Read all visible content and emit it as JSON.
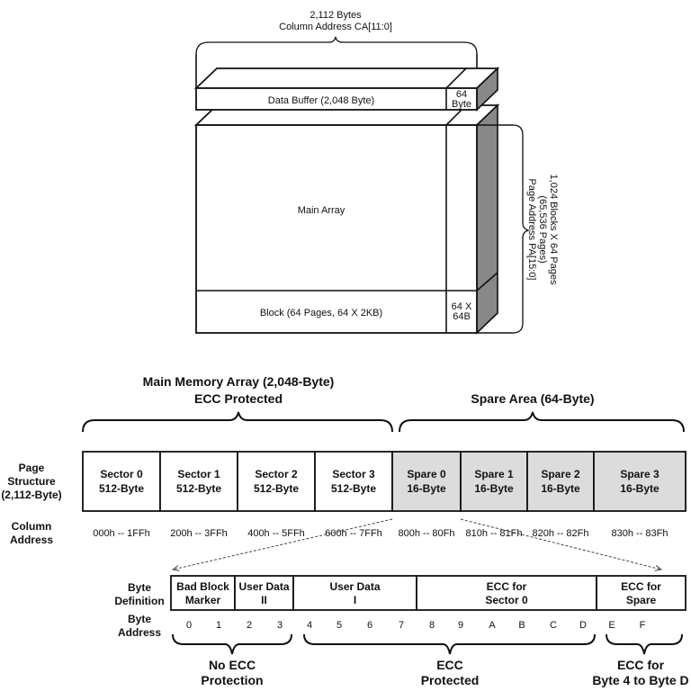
{
  "top": {
    "width_label": "2,112 Bytes",
    "column_address_label": "Column Address CA[11:0]",
    "data_buffer": "Data Buffer (2,048 Byte)",
    "buffer_spare": [
      "64",
      "Byte"
    ],
    "main_array": "Main Array",
    "block": "Block (64 Pages, 64 X 2KB)",
    "block_spare": [
      "64 X",
      "64B"
    ],
    "height_label": [
      "1,024 Blocks X 64 Pages",
      "(65,536 Pages)",
      "Page Address PA[15:0]"
    ]
  },
  "page": {
    "main_title": [
      "Main Memory Array (2,048-Byte)",
      "ECC Protected"
    ],
    "spare_title": "Spare Area (64-Byte)",
    "row_label": [
      "Page",
      "Structure",
      "(2,112-Byte)"
    ],
    "cells": [
      {
        "name": "Sector 0",
        "size": "512-Byte",
        "spare": false
      },
      {
        "name": "Sector 1",
        "size": "512-Byte",
        "spare": false
      },
      {
        "name": "Sector 2",
        "size": "512-Byte",
        "spare": false
      },
      {
        "name": "Sector 3",
        "size": "512-Byte",
        "spare": false
      },
      {
        "name": "Spare 0",
        "size": "16-Byte",
        "spare": true
      },
      {
        "name": "Spare 1",
        "size": "16-Byte",
        "spare": true
      },
      {
        "name": "Spare 2",
        "size": "16-Byte",
        "spare": true
      },
      {
        "name": "Spare 3",
        "size": "16-Byte",
        "spare": true
      }
    ],
    "column_label": [
      "Column",
      "Address"
    ],
    "column_addresses": [
      "000h -- 1FFh",
      "200h -- 3FFh",
      "400h -- 5FFh",
      "600h -- 7FFh",
      "800h -- 80Fh",
      "810h -- 81Fh",
      "820h -- 82Fh",
      "830h -- 83Fh"
    ]
  },
  "spare_detail": {
    "definition_label": [
      "Byte",
      "Definition"
    ],
    "fields": [
      [
        "Bad Block",
        "Marker"
      ],
      [
        "User Data",
        "II"
      ],
      [
        "User Data",
        "I"
      ],
      [
        "ECC for",
        "Sector 0"
      ],
      [
        "ECC for",
        "Spare"
      ]
    ],
    "address_label": [
      "Byte",
      "Address"
    ],
    "addresses": [
      "0",
      "1",
      "2",
      "3",
      "4",
      "5",
      "6",
      "7",
      "8",
      "9",
      "A",
      "B",
      "C",
      "D",
      "E",
      "F"
    ],
    "groups": [
      [
        "No ECC",
        "Protection"
      ],
      [
        "ECC",
        "Protected"
      ],
      [
        "ECC for",
        "Byte 4 to Byte D"
      ]
    ]
  },
  "colors": {
    "spare_fill": "#dcdcdc",
    "side_fill": "#888888"
  }
}
